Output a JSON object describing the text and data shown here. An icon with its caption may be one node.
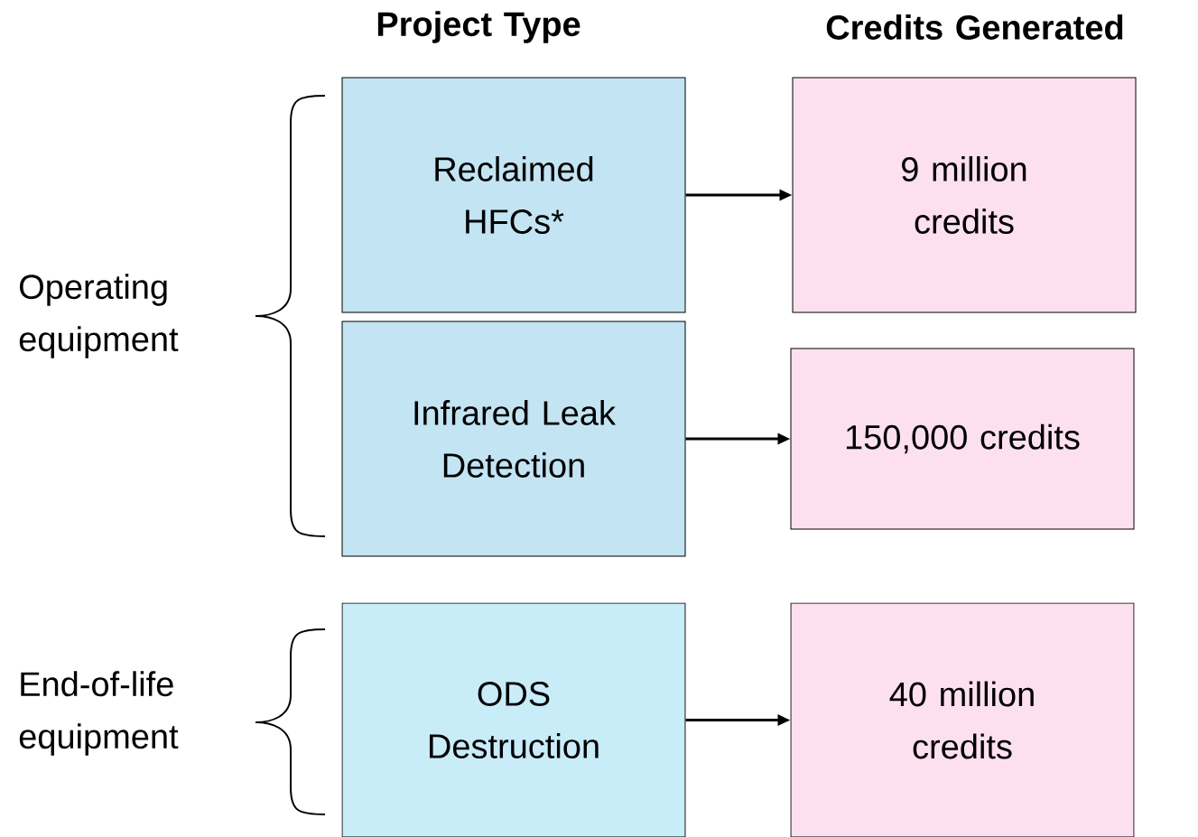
{
  "diagram": {
    "nodes": [
      {
        "text": [
          "Reclaimed HFCs*"
        ]
      },
      {
        "text": [
          "9 million credits"
        ]
      },
      {
        "text": [
          "Infrared Leak Detection"
        ]
      },
      {
        "text": [
          "150,000 credits"
        ]
      },
      {
        "text": [
          "ODS Destruction"
        ]
      },
      {
        "text": [
          "40 million credits"
        ]
      }
    ],
    "edges": [
      {
        "from": 0,
        "to": 1,
        "arrow": "to"
      },
      {
        "from": 2,
        "to": 3,
        "arrow": "to"
      },
      {
        "from": 4,
        "to": 5,
        "arrow": "to"
      }
    ],
    "labels": [
      "Project Type",
      "Credits Generated",
      "Operating equipment",
      "End-of-life equipment"
    ]
  }
}
